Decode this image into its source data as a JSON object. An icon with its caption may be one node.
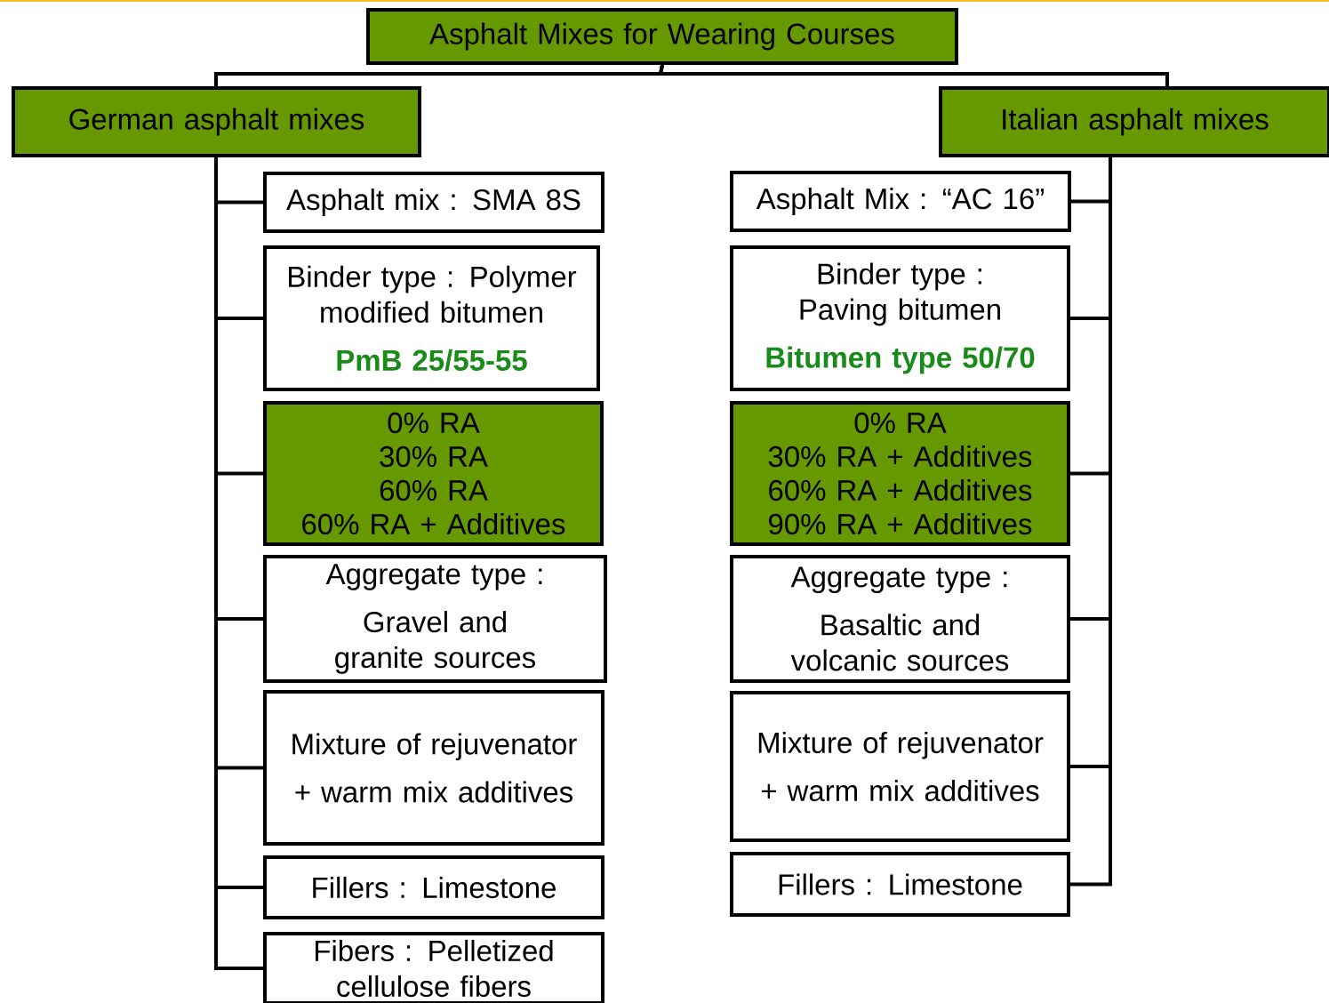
{
  "diagram": {
    "nodes": [
      {
        "text": [
          "Asphalt Mixes for Wearing Courses"
        ]
      },
      {
        "text": [
          "German asphalt mixes"
        ]
      },
      {
        "text": [
          "Italian asphalt mixes"
        ]
      },
      {
        "text": [
          "Asphalt mix : SMA 8S"
        ]
      },
      {
        "text": [
          "Binder type : Polymer modified bitumen",
          "PmB 25/55-55"
        ]
      },
      {
        "text": [
          "0% RA",
          "30% RA",
          "60% RA",
          "60% RA + Additives"
        ]
      },
      {
        "text": [
          "Aggregate type :",
          "Gravel and granite sources"
        ]
      },
      {
        "text": [
          "Mixture of rejuvenator",
          "+ warm mix additives"
        ]
      },
      {
        "text": [
          "Fillers : Limestone"
        ]
      },
      {
        "text": [
          "Fibers : Pelletized cellulose fibers"
        ]
      },
      {
        "text": [
          "Asphalt Mix : “AC 16”"
        ]
      },
      {
        "text": [
          "Binder type : Paving bitumen",
          "Bitumen type 50/70"
        ]
      },
      {
        "text": [
          "0% RA",
          "30% RA + Additives",
          "60% RA + Additives",
          "90% RA + Additives"
        ]
      },
      {
        "text": [
          "Aggregate type :",
          "Basaltic and volcanic sources"
        ]
      },
      {
        "text": [
          "Mixture  of rejuvenator",
          "+ warm mix additives"
        ]
      },
      {
        "text": [
          "Fillers : Limestone"
        ]
      }
    ],
    "edges": [
      {
        "from": 0,
        "to": 1,
        "arrow": "none"
      },
      {
        "from": 0,
        "to": 2,
        "arrow": "none"
      },
      {
        "from": 1,
        "to": 3,
        "arrow": "none"
      },
      {
        "from": 1,
        "to": 4,
        "arrow": "none"
      },
      {
        "from": 1,
        "to": 5,
        "arrow": "none"
      },
      {
        "from": 1,
        "to": 6,
        "arrow": "none"
      },
      {
        "from": 1,
        "to": 7,
        "arrow": "none"
      },
      {
        "from": 1,
        "to": 8,
        "arrow": "none"
      },
      {
        "from": 1,
        "to": 9,
        "arrow": "none"
      },
      {
        "from": 2,
        "to": 10,
        "arrow": "none"
      },
      {
        "from": 2,
        "to": 11,
        "arrow": "none"
      },
      {
        "from": 2,
        "to": 12,
        "arrow": "none"
      },
      {
        "from": 2,
        "to": 13,
        "arrow": "none"
      },
      {
        "from": 2,
        "to": 14,
        "arrow": "none"
      },
      {
        "from": 2,
        "to": 15,
        "arrow": "none"
      }
    ]
  }
}
